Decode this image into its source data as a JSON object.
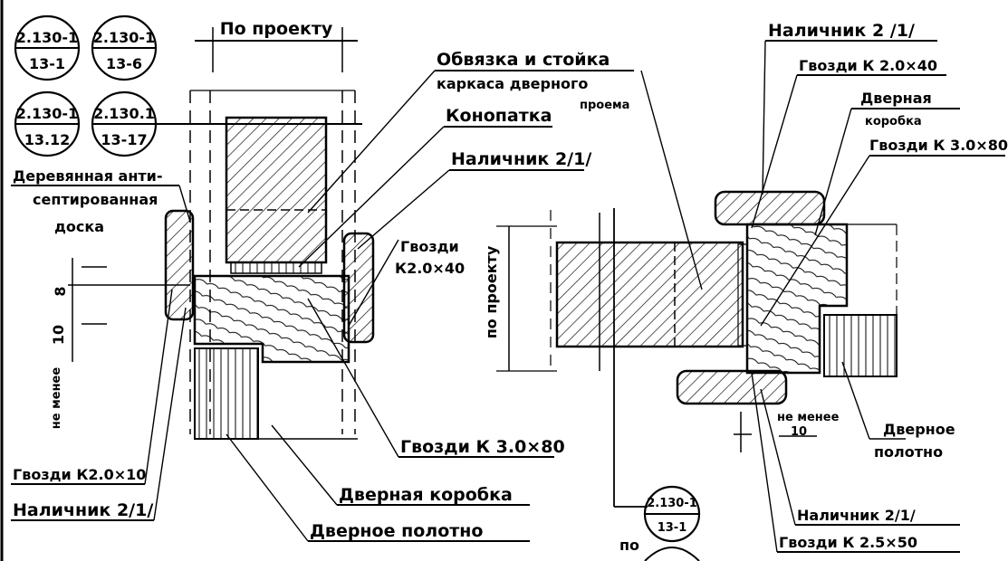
{
  "refs": {
    "r1": {
      "top": "2.130-1",
      "bottom": "13-1"
    },
    "r2": {
      "top": "2.130-1",
      "bottom": "13-6"
    },
    "r3": {
      "top": "2.130-1",
      "bottom": "13.12"
    },
    "r4": {
      "top": "2.130.1",
      "bottom": "13-17"
    },
    "r5": {
      "top": "2.130-1",
      "bottom": "13-1"
    }
  },
  "left_detail": {
    "po_proektu": "По проекту",
    "obvyazka_1": "Обвязка и стойка",
    "obvyazka_2": "каркаса дверного",
    "obvyazka_3": "проема",
    "konopatka": "Конопатка",
    "nalichnik_top": "Наличник 2/1/",
    "doska_1": "Деревянная анти-",
    "doska_2": "септированная",
    "doska_3": "доска",
    "gvozdi_top_1": "Гвозди",
    "gvozdi_top_2": "К2.0×40",
    "dim_8": "8",
    "dim_10": "10",
    "ne_menee": "не менее",
    "gvozdi_bottom": "Гвозди К 3.0×80",
    "gvozdi_left": "Гвозди К2.0×10",
    "nalichnik_left": "Наличник 2/1/",
    "korobka": "Дверная коробка",
    "polotno": "Дверное полотно"
  },
  "right_detail": {
    "nalichnik_top": "Наличник 2 /1/",
    "gvozdi_1": "Гвозди К 2.0×40",
    "korobka_1": "Дверная",
    "korobka_2": "коробка",
    "gvozdi_2": "Гвозди К 3.0×80",
    "po_proektu": "по проекту",
    "ne_menee": "не менее",
    "dim_10": "10",
    "polotno_1": "Дверное",
    "polotno_2": "полотно",
    "nalichnik_bottom": "Наличник 2/1/",
    "gvozdi_3": "Гвозди К 2.5×50",
    "po_bottom": "по"
  }
}
